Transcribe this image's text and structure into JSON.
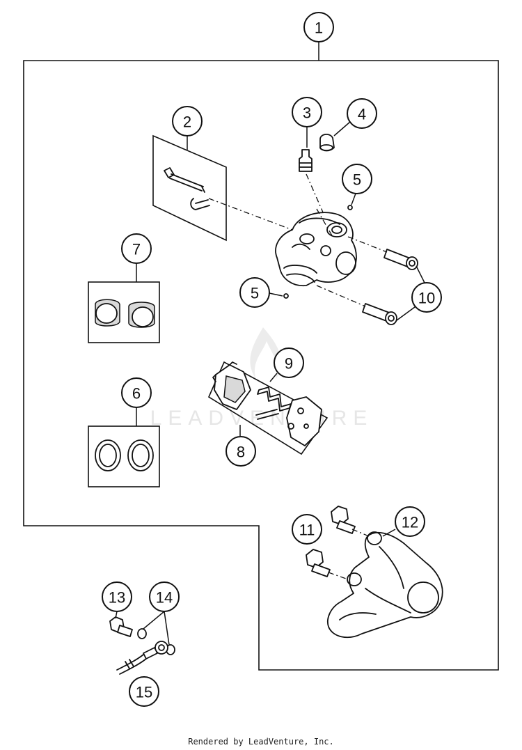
{
  "callouts": [
    {
      "label": "1"
    },
    {
      "label": "2"
    },
    {
      "label": "3"
    },
    {
      "label": "4"
    },
    {
      "label": "5"
    },
    {
      "label": "5"
    },
    {
      "label": "7"
    },
    {
      "label": "10"
    },
    {
      "label": "9"
    },
    {
      "label": "6"
    },
    {
      "label": "8"
    },
    {
      "label": "11"
    },
    {
      "label": "12"
    },
    {
      "label": "13"
    },
    {
      "label": "14"
    },
    {
      "label": "15"
    }
  ],
  "watermark": {
    "text": "LEADVENTURE",
    "color": "#e6e6e6"
  },
  "footer": {
    "text": "Rendered by LeadVenture, Inc."
  }
}
